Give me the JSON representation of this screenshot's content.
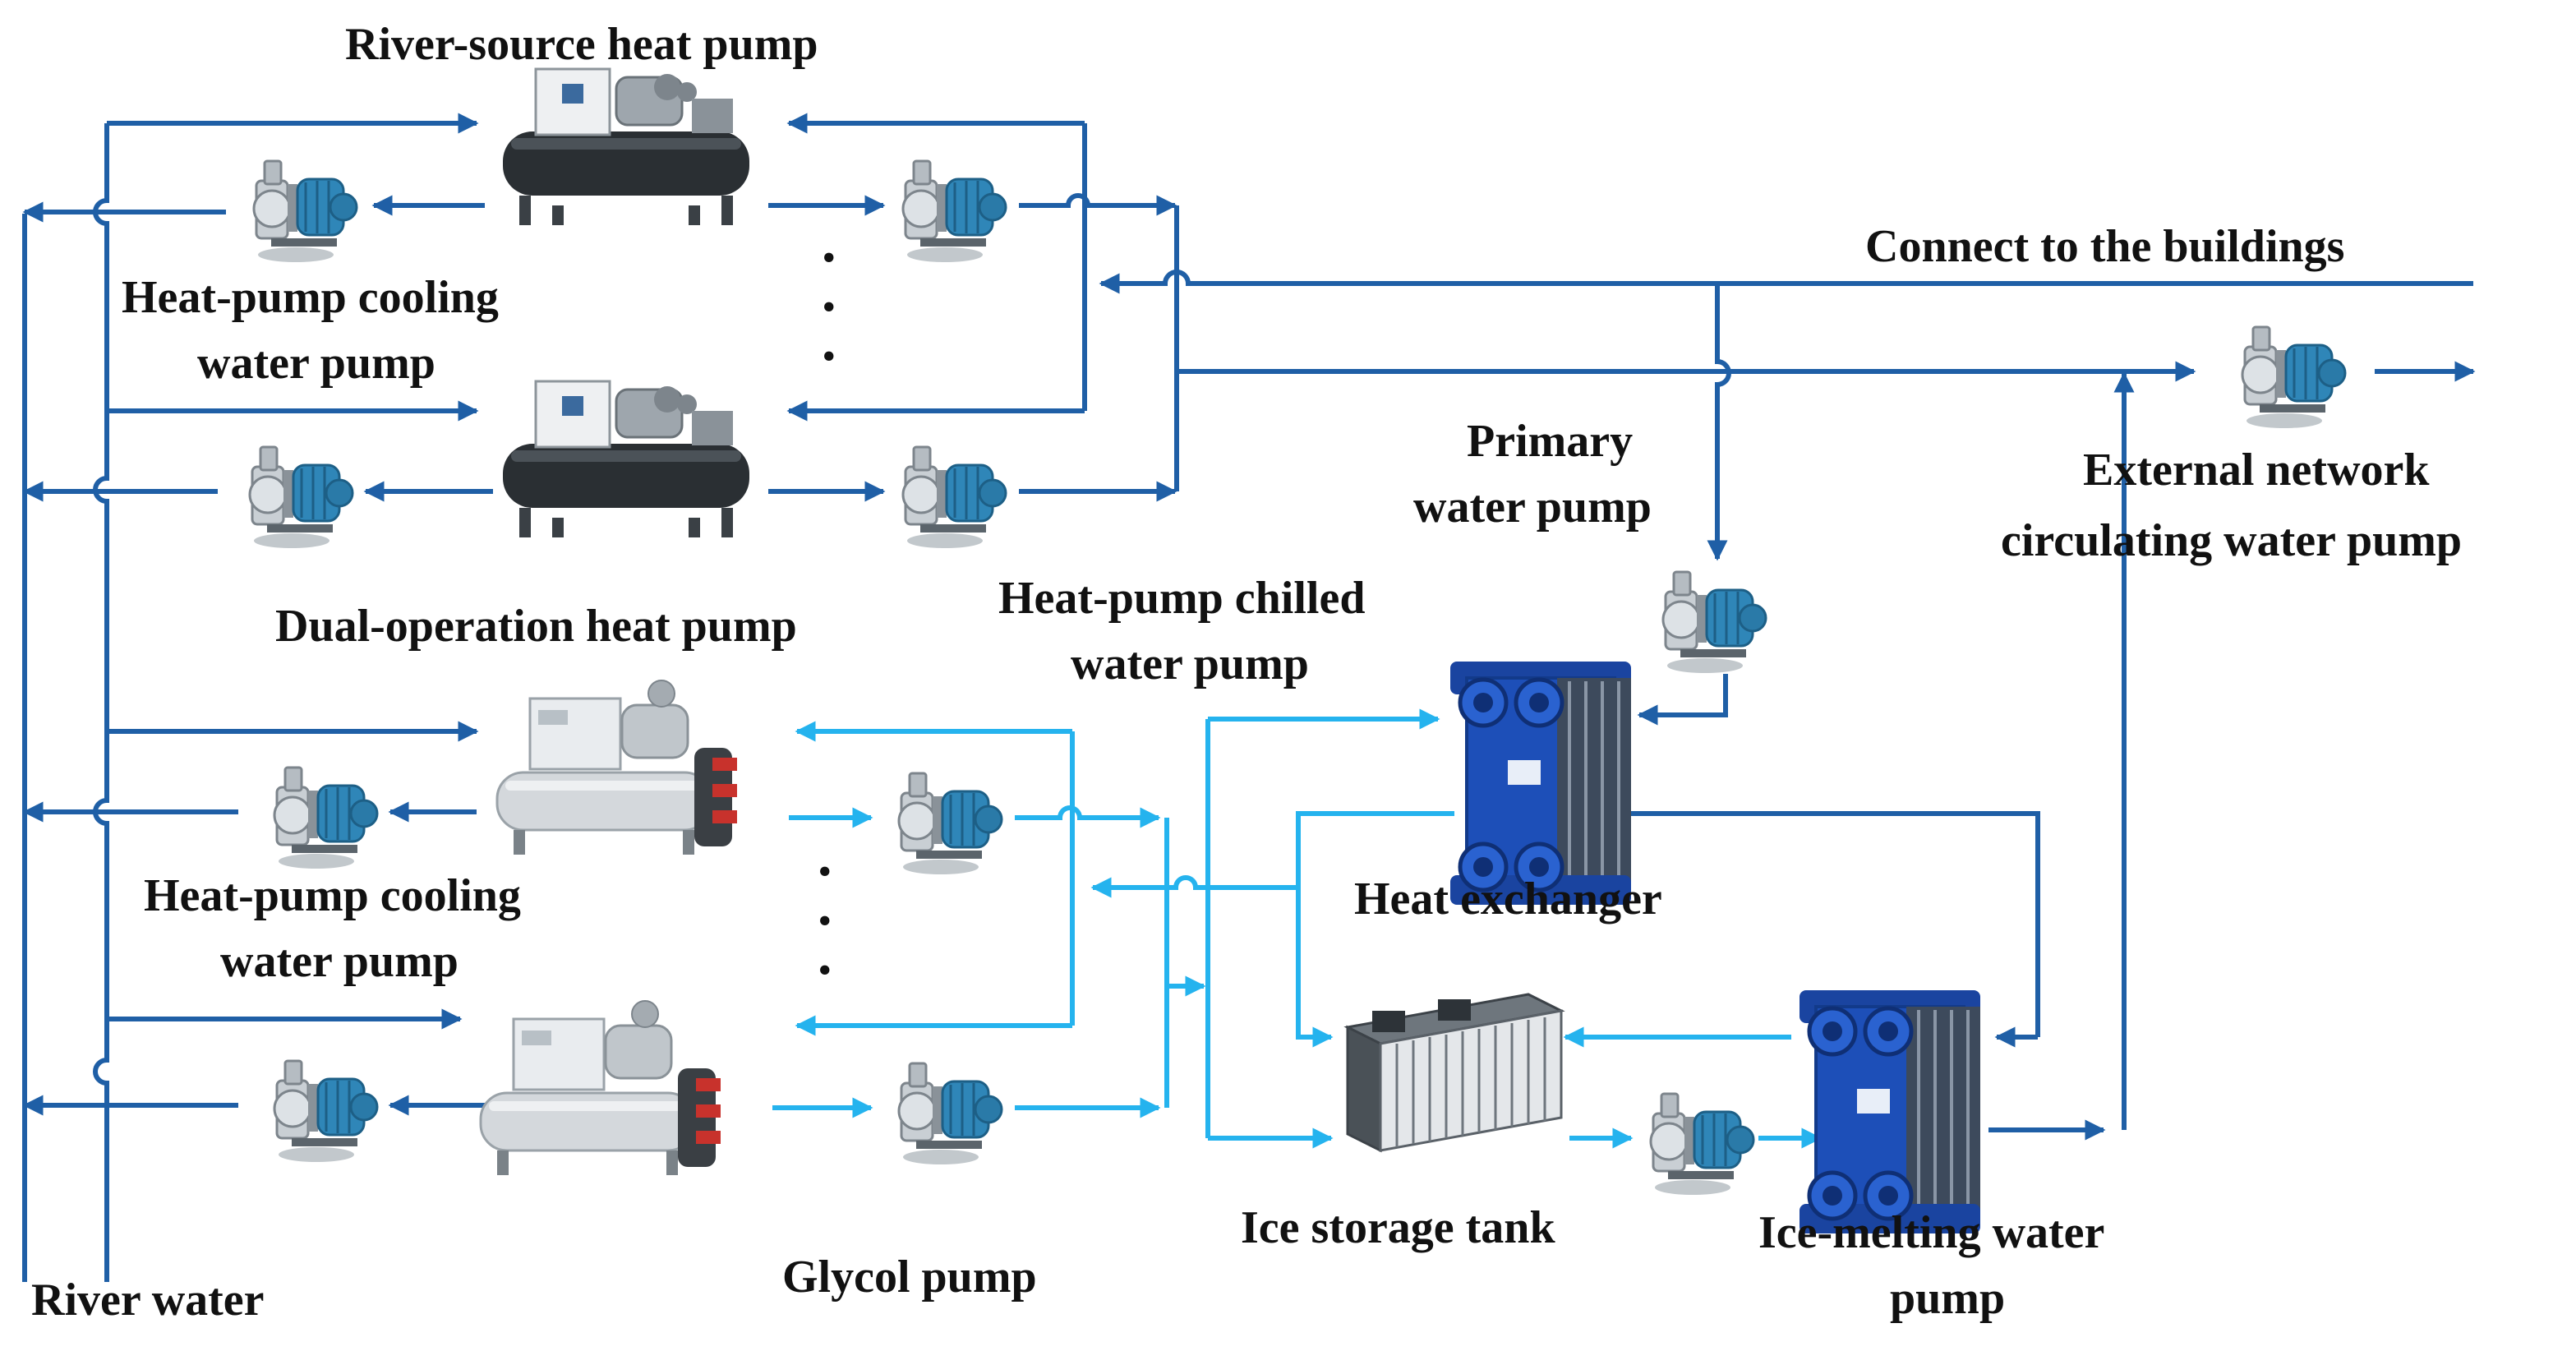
{
  "colors": {
    "dark_flow": "#1f5fa6",
    "light_flow": "#25b3ee",
    "pump_blue": "#2f86b8",
    "exchanger_blue": "#1d4fb8",
    "text": "#111111"
  },
  "labels": {
    "river_source_heat_pump": "River-source heat pump",
    "heat_pump_cooling_water_pump_1_line1": "Heat-pump cooling",
    "heat_pump_cooling_water_pump_1_line2": "water pump",
    "dual_operation_heat_pump": "Dual-operation heat pump",
    "heat_pump_cooling_water_pump_2_line1": "Heat-pump cooling",
    "heat_pump_cooling_water_pump_2_line2": "water pump",
    "river_water": "River water",
    "glycol_pump": "Glycol pump",
    "heat_pump_chilled_water_pump_line1": "Heat-pump chilled",
    "heat_pump_chilled_water_pump_line2": "water pump",
    "primary_water_pump_line1": "Primary",
    "primary_water_pump_line2": "water pump",
    "connect_to_buildings": "Connect to the buildings",
    "external_network_line1": "External network",
    "external_network_line2": "circulating water pump",
    "heat_exchanger": "Heat exchanger",
    "ice_storage_tank": "Ice storage tank",
    "ice_melting_water_pump_line1": "Ice-melting water",
    "ice_melting_water_pump_line2": "pump",
    "ellipsis_dot": "."
  },
  "icons": {
    "pump": "centrifugal-pump-icon",
    "heat_pump_unit": "chiller-unit-icon",
    "heat_exchanger": "plate-heat-exchanger-icon",
    "ice_tank": "ice-storage-tank-icon"
  }
}
